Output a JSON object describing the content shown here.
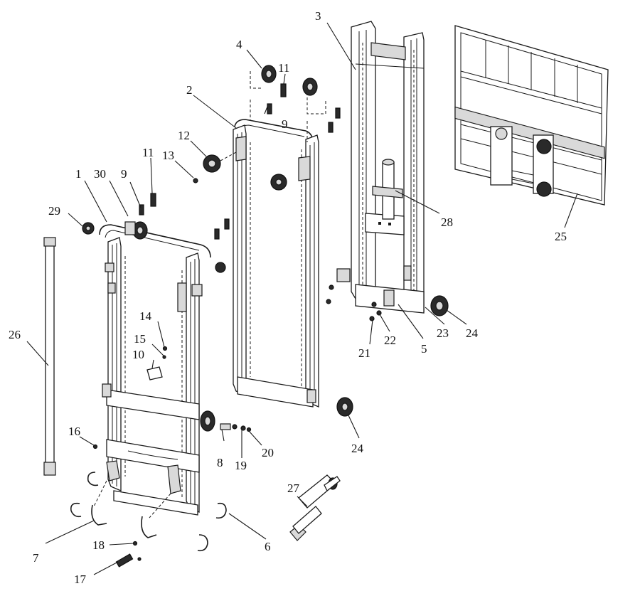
{
  "callouts": [
    "1",
    "2",
    "3",
    "4",
    "5",
    "6",
    "7",
    "8",
    "9",
    "10",
    "11",
    "12",
    "13",
    "14",
    "15",
    "16",
    "17",
    "18",
    "19",
    "20",
    "21",
    "22",
    "23",
    "24",
    "25",
    "26",
    "27",
    "28",
    "29",
    "30"
  ],
  "labels": {
    "l1": "1",
    "l2": "2",
    "l3": "3",
    "l4": "4",
    "l5": "5",
    "l6": "6",
    "l7": "7",
    "l8": "8",
    "l9a": "9",
    "l9b": "9",
    "l10": "10",
    "l11a": "11",
    "l11b": "11",
    "l12": "12",
    "l13": "13",
    "l14": "14",
    "l15": "15",
    "l16": "16",
    "l17": "17",
    "l18": "18",
    "l19": "19",
    "l20": "20",
    "l21": "21",
    "l22": "22",
    "l23": "23",
    "l24a": "24",
    "l24b": "24",
    "l25": "25",
    "l26": "26",
    "l27": "27",
    "l28": "28",
    "l29": "29",
    "l30": "30"
  }
}
